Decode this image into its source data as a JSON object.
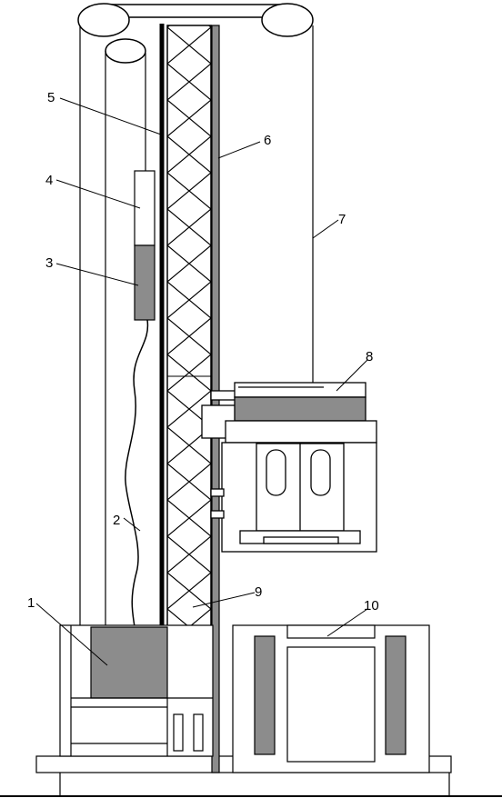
{
  "diagram": {
    "labels": {
      "l1": "1",
      "l2": "2",
      "l3": "3",
      "l4": "4",
      "l5": "5",
      "l6": "6",
      "l7": "7",
      "l8": "8",
      "l9": "9",
      "l10": "10"
    },
    "colors": {
      "stroke": "#000000",
      "fill_gray": "#8c8c8c",
      "background": "#ffffff"
    }
  }
}
